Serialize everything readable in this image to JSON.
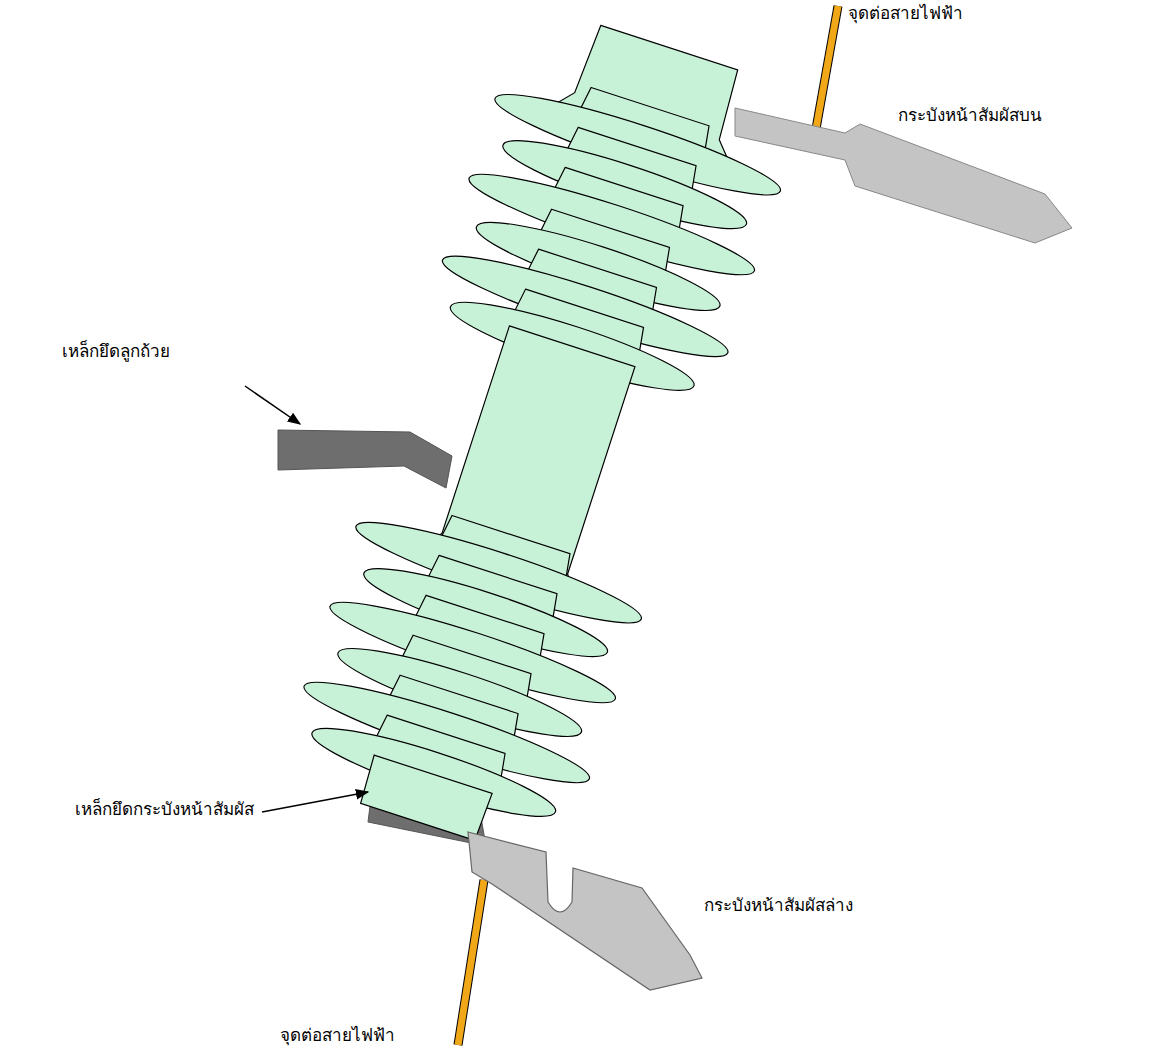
{
  "diagram": {
    "labels": [
      "จุดต่อสายไฟฟ้า",
      "กระบังหน้าสัมผัสบน",
      "เหล็กยึดลูกถ้วย",
      "เหล็กยึดกระบังหน้าสัมผัส",
      "จุดต่อสายไฟฟ้า",
      "กระบังหน้าสัมผัสล่าง"
    ]
  }
}
